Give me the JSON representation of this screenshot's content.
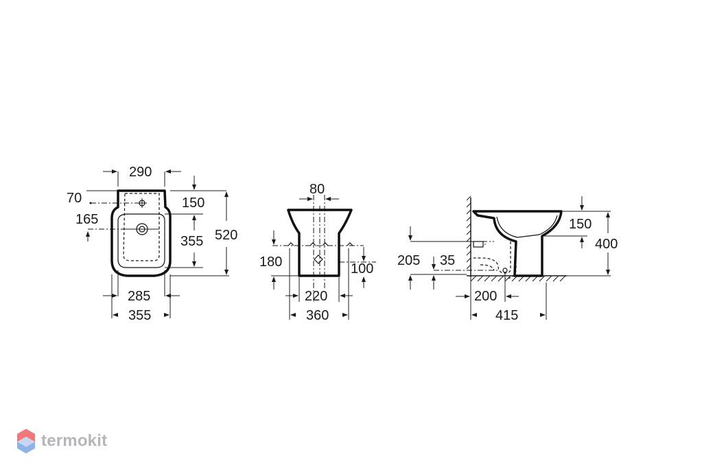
{
  "brand": {
    "name": "termokit",
    "colors": {
      "logo_red": "#f2777a",
      "logo_blue": "#8fb3e6",
      "logo_text": "#b3b6bb"
    }
  },
  "views": {
    "top": {
      "dims": [
        "290",
        "70",
        "150",
        "165",
        "355",
        "520",
        "285",
        "355"
      ]
    },
    "front": {
      "dims": [
        "80",
        "180",
        "100",
        "220",
        "360"
      ]
    },
    "side": {
      "dims": [
        "150",
        "400",
        "205",
        "35",
        "200",
        "415"
      ]
    }
  }
}
